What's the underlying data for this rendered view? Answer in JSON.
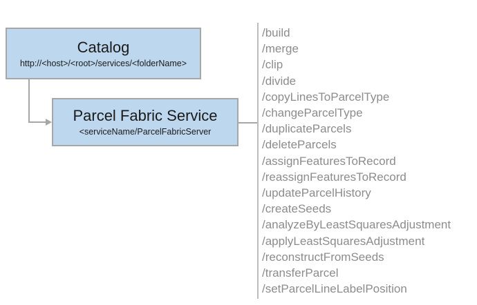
{
  "diagram": {
    "catalog": {
      "title": "Catalog",
      "subtitle": "http://<host>/<root>/services/<folderName>"
    },
    "service": {
      "title": "Parcel Fabric Service",
      "subtitle": "<serviceName/ParcelFabricServer"
    },
    "endpoints": [
      "/build",
      "/merge",
      "/clip",
      "/divide",
      "/copyLinesToParcelType",
      "/changeParcelType",
      "/duplicateParcels",
      "/deleteParcels",
      "/assignFeaturesToRecord",
      "/reassignFeaturesToRecord",
      "/updateParcelHistory",
      "/createSeeds",
      "/analyzeByLeastSquaresAdjustment",
      "/applyLeastSquaresAdjustment",
      "/reconstructFromSeeds",
      "/transferParcel",
      "/setParcelLineLabelPosition"
    ],
    "colors": {
      "box_fill": "#BDD7EE",
      "box_border": "#A6A6A6",
      "connector": "#A6A6A6",
      "endpoint_text": "#8C8C8C",
      "title_text": "#1A1A1A"
    }
  }
}
